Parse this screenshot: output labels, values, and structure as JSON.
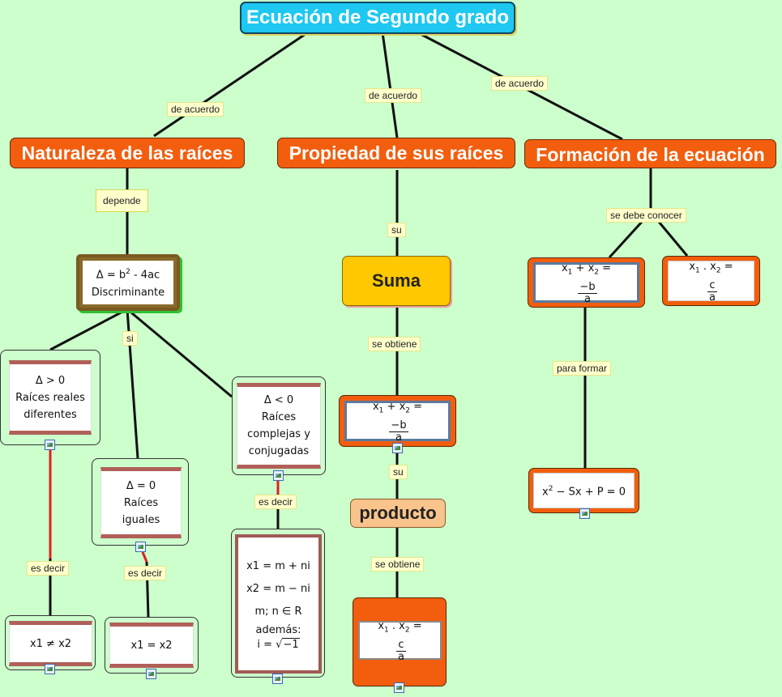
{
  "title": "Ecuación de Segundo grado",
  "concepts": {
    "naturaleza": "Naturaleza de las raíces",
    "propiedad": "Propiedad de sus raíces",
    "formacion": "Formación de la ecuación",
    "suma": "Suma",
    "producto": "producto"
  },
  "links": {
    "de_acuerdo_1": "de acuerdo",
    "de_acuerdo_2": "de acuerdo",
    "de_acuerdo_3": "de acuerdo",
    "depende": "depende",
    "si": "si",
    "su_1": "su",
    "se_obtiene_1": "se obtiene",
    "su_2": "su",
    "se_obtiene_2": "se obtiene",
    "se_debe_conocer": "se debe conocer",
    "para_formar": "para formar",
    "es_decir_1": "es decir",
    "es_decir_2": "es decir",
    "es_decir_3": "es decir"
  },
  "discriminant": {
    "formula_a": "Δ = b",
    "formula_exp": "2",
    "formula_b": " - 4ac",
    "label": "Discriminante"
  },
  "cases": {
    "positive": {
      "condition": "Δ > 0",
      "line1": "Raíces reales",
      "line2": "diferentes"
    },
    "zero": {
      "condition": "Δ = 0",
      "line1": "Raíces",
      "line2": "iguales"
    },
    "negative": {
      "condition": "Δ < 0",
      "line1": "Raíces",
      "line2": "complejas y",
      "line3": "conjugadas"
    }
  },
  "results": {
    "diff": "x1 ≠ x2",
    "equal": "x1 = x2",
    "complex_1": "x1 = m + ni",
    "complex_2": "x2 = m − ni",
    "complex_3": "m; n ∈ R",
    "complex_4": "además:",
    "complex_5a": "i = ",
    "complex_5b": "−1"
  },
  "formulas": {
    "sum_lhs": "x",
    "sum_sub1": "1",
    "sum_plus": " + x",
    "sum_sub2": "2",
    "sum_eq": " =",
    "sum_num": "−b",
    "sum_den": "a",
    "prod_lhs": "x",
    "prod_sub1": "1",
    "prod_dot": " . x",
    "prod_sub2": "2",
    "prod_eq": " =",
    "prod_num": "c",
    "prod_den": "a",
    "equation_a": "x",
    "equation_exp": "2",
    "equation_b": " − Sx + P = 0"
  }
}
